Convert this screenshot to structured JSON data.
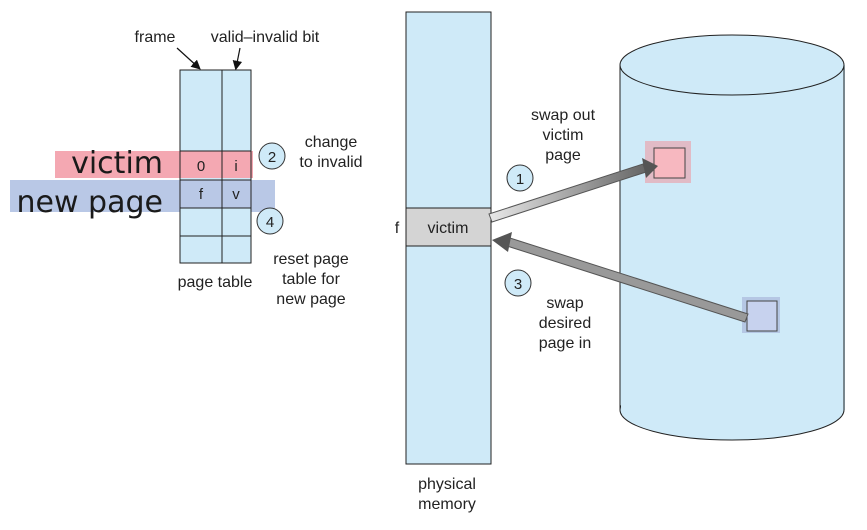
{
  "page_table": {
    "frame_label": "frame",
    "bit_label": "valid–invalid bit",
    "caption": "page table",
    "victim_row": {
      "frame": "0",
      "bit": "i"
    },
    "new_row": {
      "frame": "f",
      "bit": "v"
    }
  },
  "highlights": {
    "victim": "victim",
    "new_page": "new page"
  },
  "steps": {
    "step1": {
      "number": "1",
      "text": [
        "swap out",
        "victim",
        "page"
      ]
    },
    "step2": {
      "number": "2",
      "text": [
        "change",
        "to invalid"
      ]
    },
    "step3": {
      "number": "3",
      "text": [
        "swap",
        "desired",
        "page in"
      ]
    },
    "step4": {
      "number": "4",
      "text": [
        "reset page",
        "table for",
        "new page"
      ]
    }
  },
  "memory": {
    "frame_marker": "f",
    "victim_label": "victim",
    "caption": [
      "physical",
      "memory"
    ]
  },
  "colors": {
    "light_blue": "#cfeaf8",
    "victim_pink": "#f4a8b2",
    "new_blue": "#b9c8e6",
    "gray_cell": "#d4d4d4"
  }
}
